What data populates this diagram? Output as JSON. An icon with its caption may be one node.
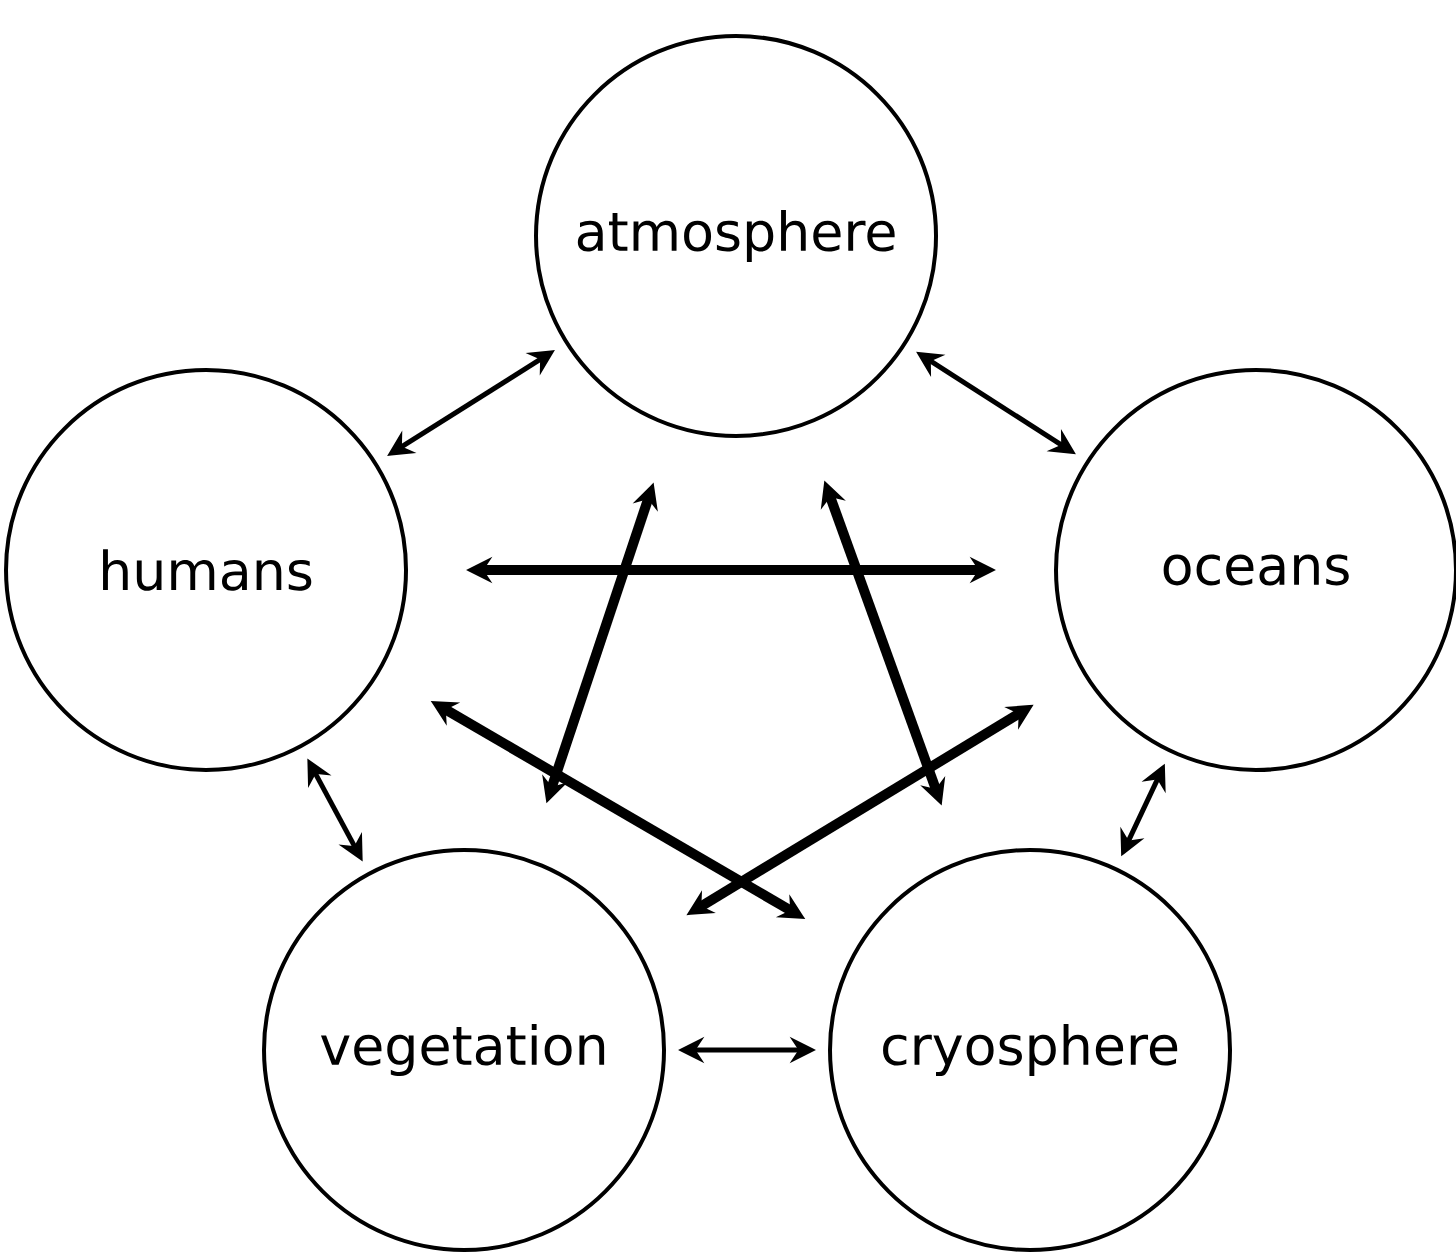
{
  "diagram": {
    "nodes": [
      {
        "text": [
          "atmosphere"
        ]
      },
      {
        "text": [
          "humans"
        ]
      },
      {
        "text": [
          "oceans"
        ]
      },
      {
        "text": [
          "vegetation"
        ]
      },
      {
        "text": [
          "cryosphere"
        ]
      }
    ],
    "edges": [
      {
        "from": 0,
        "to": 1,
        "arrow": "both"
      },
      {
        "from": 0,
        "to": 2,
        "arrow": "both"
      },
      {
        "from": 1,
        "to": 3,
        "arrow": "both"
      },
      {
        "from": 2,
        "to": 4,
        "arrow": "both"
      },
      {
        "from": 3,
        "to": 4,
        "arrow": "both"
      },
      {
        "from": 1,
        "to": 2,
        "arrow": "both",
        "style": "thick"
      },
      {
        "from": 0,
        "to": 3,
        "arrow": "both",
        "style": "thick"
      },
      {
        "from": 0,
        "to": 4,
        "arrow": "both",
        "style": "thick"
      },
      {
        "from": 1,
        "to": 4,
        "arrow": "both",
        "style": "thick"
      },
      {
        "from": 2,
        "to": 3,
        "arrow": "both",
        "style": "thick"
      }
    ]
  }
}
